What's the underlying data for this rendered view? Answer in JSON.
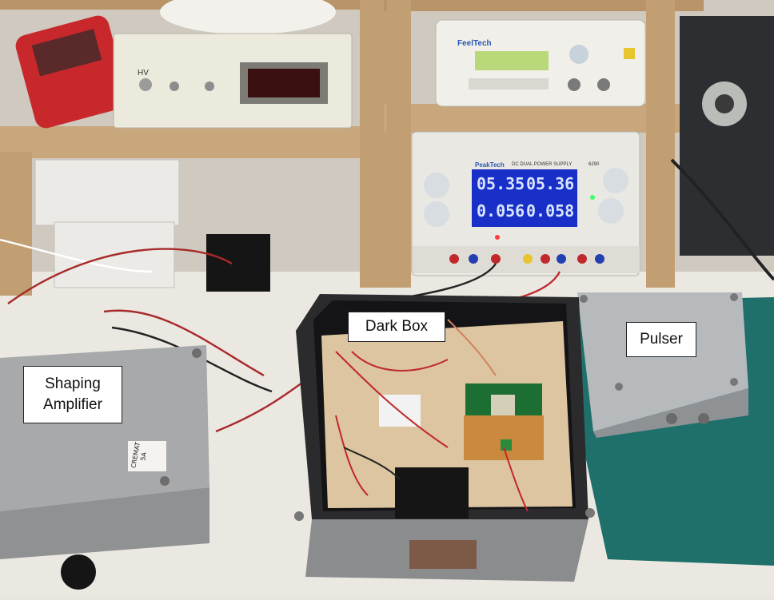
{
  "labels": {
    "dark_box": "Dark Box",
    "pulser": "Pulser",
    "shaping_amplifier_line1": "Shaping",
    "shaping_amplifier_line2": "Amplifier"
  },
  "equipment": {
    "function_generator_brand": "FeelTech",
    "power_supply_brand": "PeakTech",
    "power_supply_model_text": "DC DUAL POWER SUPPLY",
    "power_supply_model_number": "6290",
    "display_voltage_left": "05.35",
    "display_voltage_right": "05.36",
    "display_current_left": "0.056",
    "display_current_right": "0.058",
    "hv_panel_label": "HV",
    "amplifier_handwriting_line1": "CREMAT",
    "amplifier_handwriting_line2": "5A"
  },
  "colors": {
    "table_surface": "#e9e6df",
    "wood_shelf": "#c9a77c",
    "enclosure_grey": "#9a9c9e",
    "cutting_mat": "#1f6f6a",
    "lcd_blue": "#1830c8",
    "lcd_green": "#b9d87a"
  }
}
